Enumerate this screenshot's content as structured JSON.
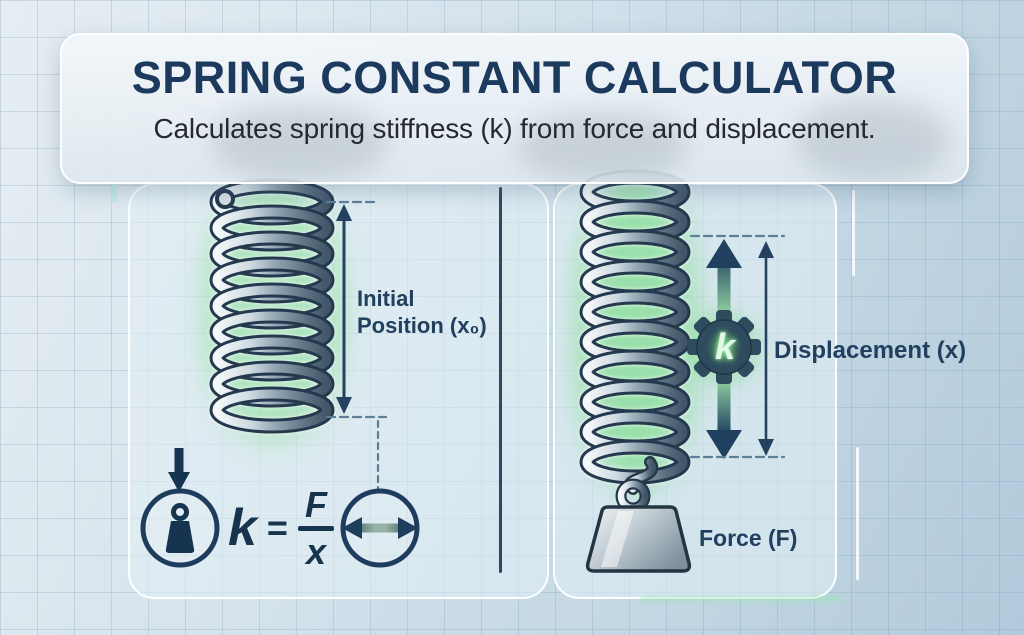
{
  "header": {
    "title": "SPRING CONSTANT CALCULATOR",
    "subtitle": "Calculates spring stiffness (k) from force and displacement."
  },
  "left_panel": {
    "label_line1": "Initial",
    "label_line2": "Position (x₀)"
  },
  "right_panel": {
    "gear_symbol": "k",
    "displacement_label": "Displacement (x)",
    "force_label": "Force (F)"
  },
  "formula": {
    "lhs": "k",
    "equals": "=",
    "numerator": "F",
    "denominator": "x"
  },
  "icons": {
    "gear": "gear-k-icon",
    "weight_in_circle": "weight-icon",
    "horizontal_double_arrow_in_circle": "horizontal-double-arrow-icon",
    "down_arrow": "down-arrow-icon",
    "up_force_arrow": "up-arrow-icon",
    "down_force_arrow": "down-arrow-icon"
  },
  "colors": {
    "accent_navy": "#1f3d5c",
    "title_navy": "#1c3a5e",
    "glow_green": "#8ce39b",
    "metal_gray": "#9fb0bc",
    "background_blue": "#cbdce7",
    "grid_line": "#a9c3d4"
  }
}
